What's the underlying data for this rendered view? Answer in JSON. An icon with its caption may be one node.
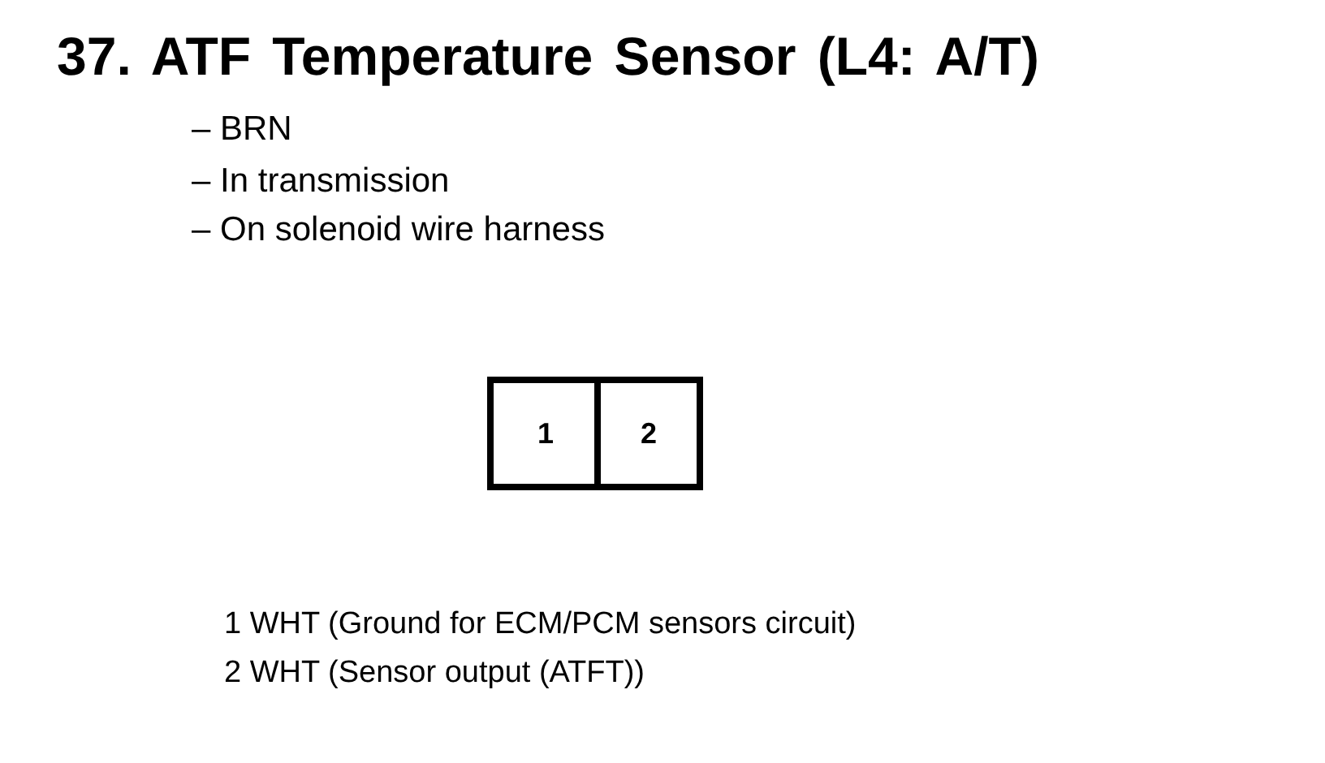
{
  "diagram": {
    "title": "37. ATF Temperature Sensor (L4: A/T)",
    "nodes": [
      {
        "text": [],
        "shape": "box"
      },
      {
        "text": [
          "1"
        ],
        "in": 0
      },
      {
        "text": [
          "2"
        ],
        "in": 0
      }
    ],
    "labels": [
      "– BRN",
      "– In transmission",
      "– On solenoid wire harness",
      "1 WHT (Ground for ECM/PCM sensors circuit)",
      "2 WHT (Sensor output (ATFT))"
    ]
  }
}
